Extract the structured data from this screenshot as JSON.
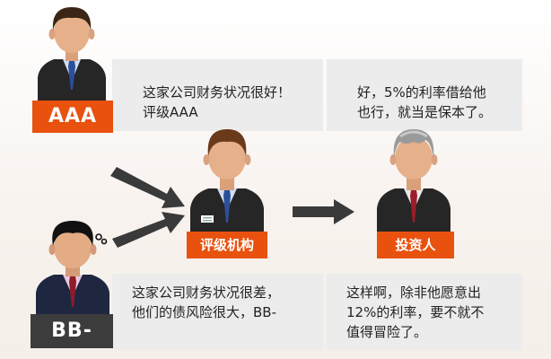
{
  "aaa": {
    "badge": "AAA",
    "line1": "这家公司财务状况很好！",
    "line2": "评级AAA"
  },
  "investor_reply_good": {
    "line1": "好，5%的利率借给他",
    "line2": "也行，就当是保本了。"
  },
  "agency": {
    "label": "评级机构"
  },
  "investor": {
    "label": "投资人"
  },
  "bb": {
    "badge": "BB-",
    "line1": "这家公司财务状况很差，",
    "line2": "他们的债风险很大，BB-"
  },
  "investor_reply_bad": {
    "line1": "这样啊，除非他愿意出",
    "line2": "12%的利率，要不就不",
    "line3": "值得冒险了。"
  },
  "colors": {
    "orange": "#e8520e",
    "dark_badge": "#3c3c3c",
    "bubble": "#ececec",
    "arrow": "#3a3a3a"
  },
  "icons": [
    "businessman-avatar-aaa",
    "businessman-avatar-bb",
    "rating-agency-avatar",
    "investor-avatar",
    "arrow-right"
  ]
}
